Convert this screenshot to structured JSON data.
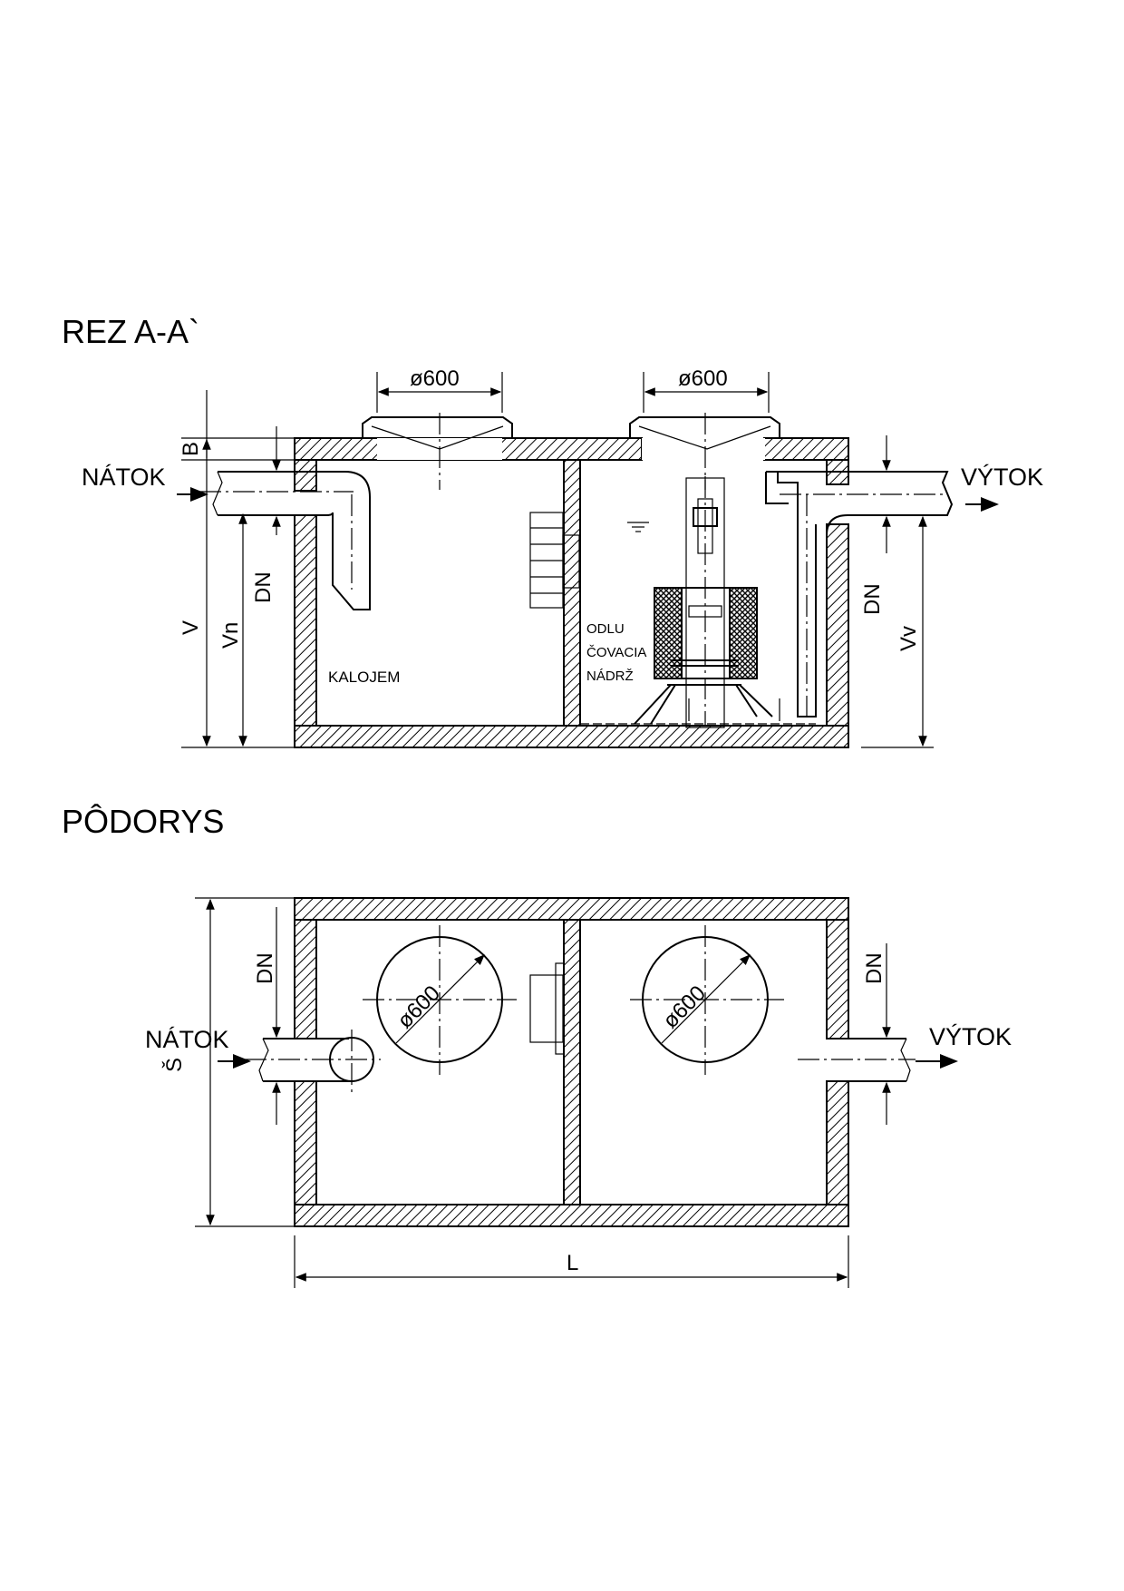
{
  "section": {
    "title": "REZ  A-A`",
    "manhole_left_label": "ø600",
    "manhole_right_label": "ø600",
    "inlet_label": "NÁTOK",
    "outlet_label": "VÝTOK",
    "sludge_chamber_label": "KALOJEM",
    "separator_label_line1": "ODLU",
    "separator_label_line2": "ČOVACIA",
    "separator_label_line3": "NÁDRŽ",
    "dim_B": "B",
    "dim_V": "V",
    "dim_Vn": "Vn",
    "dim_DN_in": "DN",
    "dim_DN_out": "DN",
    "dim_Vv": "Vv"
  },
  "plan": {
    "title": "PÔDORYS",
    "manhole_left_label": "ø600",
    "manhole_right_label": "ø600",
    "inlet_label": "NÁTOK",
    "outlet_label": "VÝTOK",
    "dim_DN_in": "DN",
    "dim_DN_out": "DN",
    "dim_S": "Š",
    "dim_L": "L"
  }
}
